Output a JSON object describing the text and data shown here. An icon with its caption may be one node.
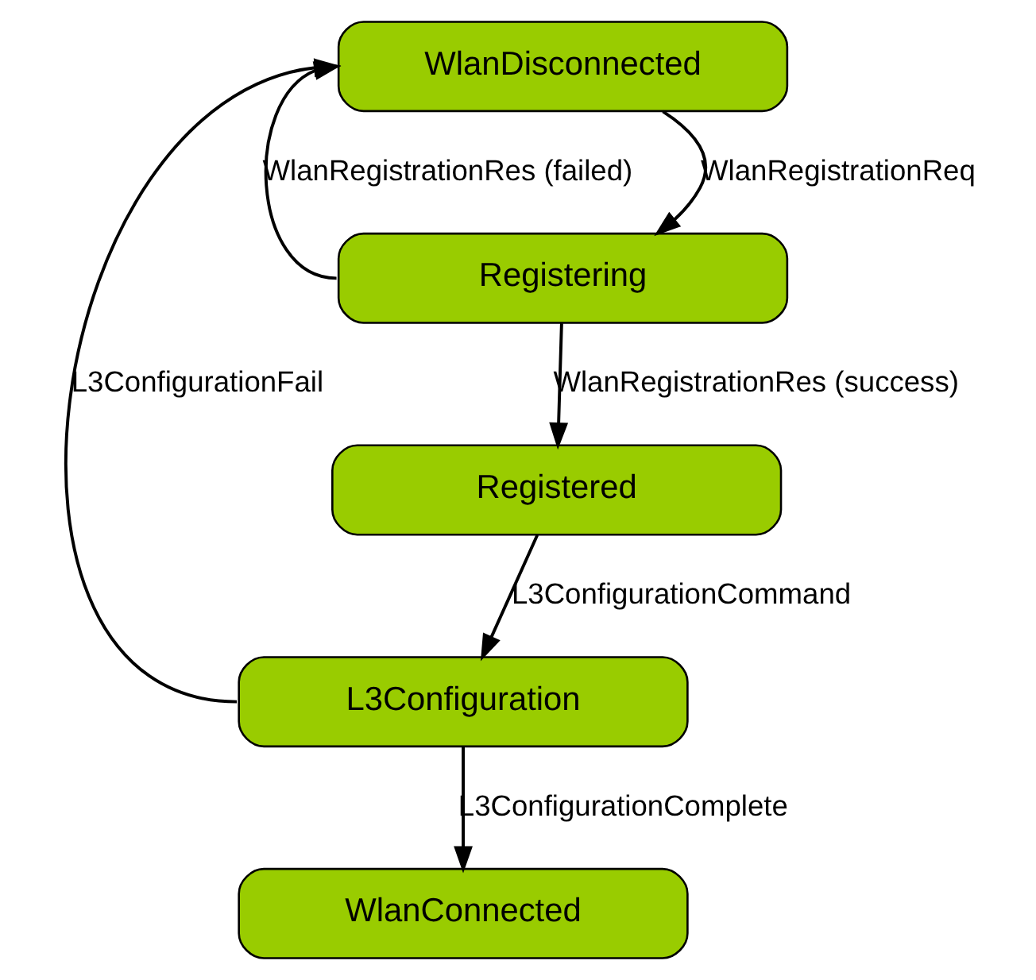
{
  "diagram": {
    "nodes": [
      {
        "text": [
          "WlanDisconnected"
        ]
      },
      {
        "text": [
          "Registering"
        ]
      },
      {
        "text": [
          "Registered"
        ]
      },
      {
        "text": [
          "L3Configuration"
        ]
      },
      {
        "text": [
          "WlanConnected"
        ]
      }
    ],
    "edges": [
      {
        "from": 0,
        "to": 1,
        "arrow": "to",
        "label": "WlanRegistrationReq"
      },
      {
        "from": 1,
        "to": 2,
        "arrow": "to",
        "label": "WlanRegistrationRes (success)"
      },
      {
        "from": 2,
        "to": 3,
        "arrow": "to",
        "label": "L3ConfigurationCommand"
      },
      {
        "from": 3,
        "to": 4,
        "arrow": "to",
        "label": "L3ConfigurationComplete"
      },
      {
        "from": 1,
        "to": 0,
        "arrow": "to",
        "label": "WlanRegistrationRes (failed)"
      },
      {
        "from": 3,
        "to": 0,
        "arrow": "to",
        "label": "L3ConfigurationFail"
      }
    ]
  }
}
